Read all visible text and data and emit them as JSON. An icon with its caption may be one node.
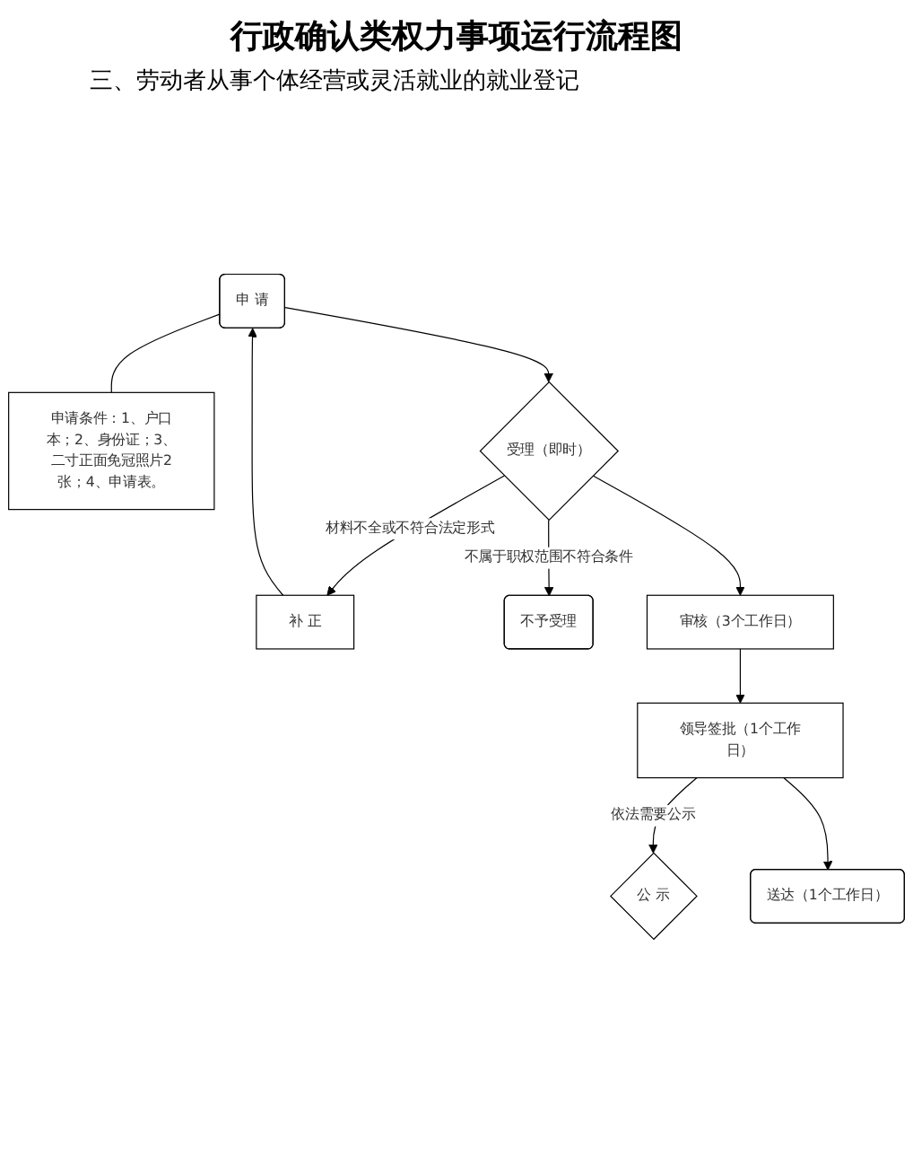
{
  "diagram": {
    "title": "行政确认类权力事项运行流程图",
    "nodes": [
      {
        "text": [
          "申 请"
        ]
      },
      {
        "text": [
          "申请条件：1、户口本；2、身份证；3、二寸正面免冠照片2张；4、申请表。"
        ]
      },
      {
        "text": [
          "受理（即时）"
        ]
      },
      {
        "text": [
          "补 正"
        ]
      },
      {
        "text": [
          "不予受理"
        ]
      },
      {
        "text": [
          "审核（3个工作日）"
        ]
      },
      {
        "text": [
          "领导签批（1个工作日）"
        ]
      },
      {
        "text": [
          "公 示"
        ]
      },
      {
        "text": [
          "送达（1个工作日）"
        ]
      }
    ],
    "edges": [
      {
        "from": 0,
        "to": 1,
        "arrow": "none"
      },
      {
        "from": 0,
        "to": 2,
        "arrow": "to"
      },
      {
        "from": 2,
        "to": 3,
        "arrow": "to",
        "label": "材料不全或不符合法定形式"
      },
      {
        "from": 2,
        "to": 4,
        "arrow": "to",
        "label": "不属于职权范围不符合条件"
      },
      {
        "from": 3,
        "to": 0,
        "arrow": "to"
      },
      {
        "from": 2,
        "to": 5,
        "arrow": "to"
      },
      {
        "from": 5,
        "to": 6,
        "arrow": "to"
      },
      {
        "from": 6,
        "to": 7,
        "arrow": "to",
        "label": "依法需要公示"
      },
      {
        "from": 6,
        "to": 8,
        "arrow": "to"
      }
    ],
    "labels": [
      "三、劳动者从事个体经营或灵活就业的就业登记"
    ]
  }
}
